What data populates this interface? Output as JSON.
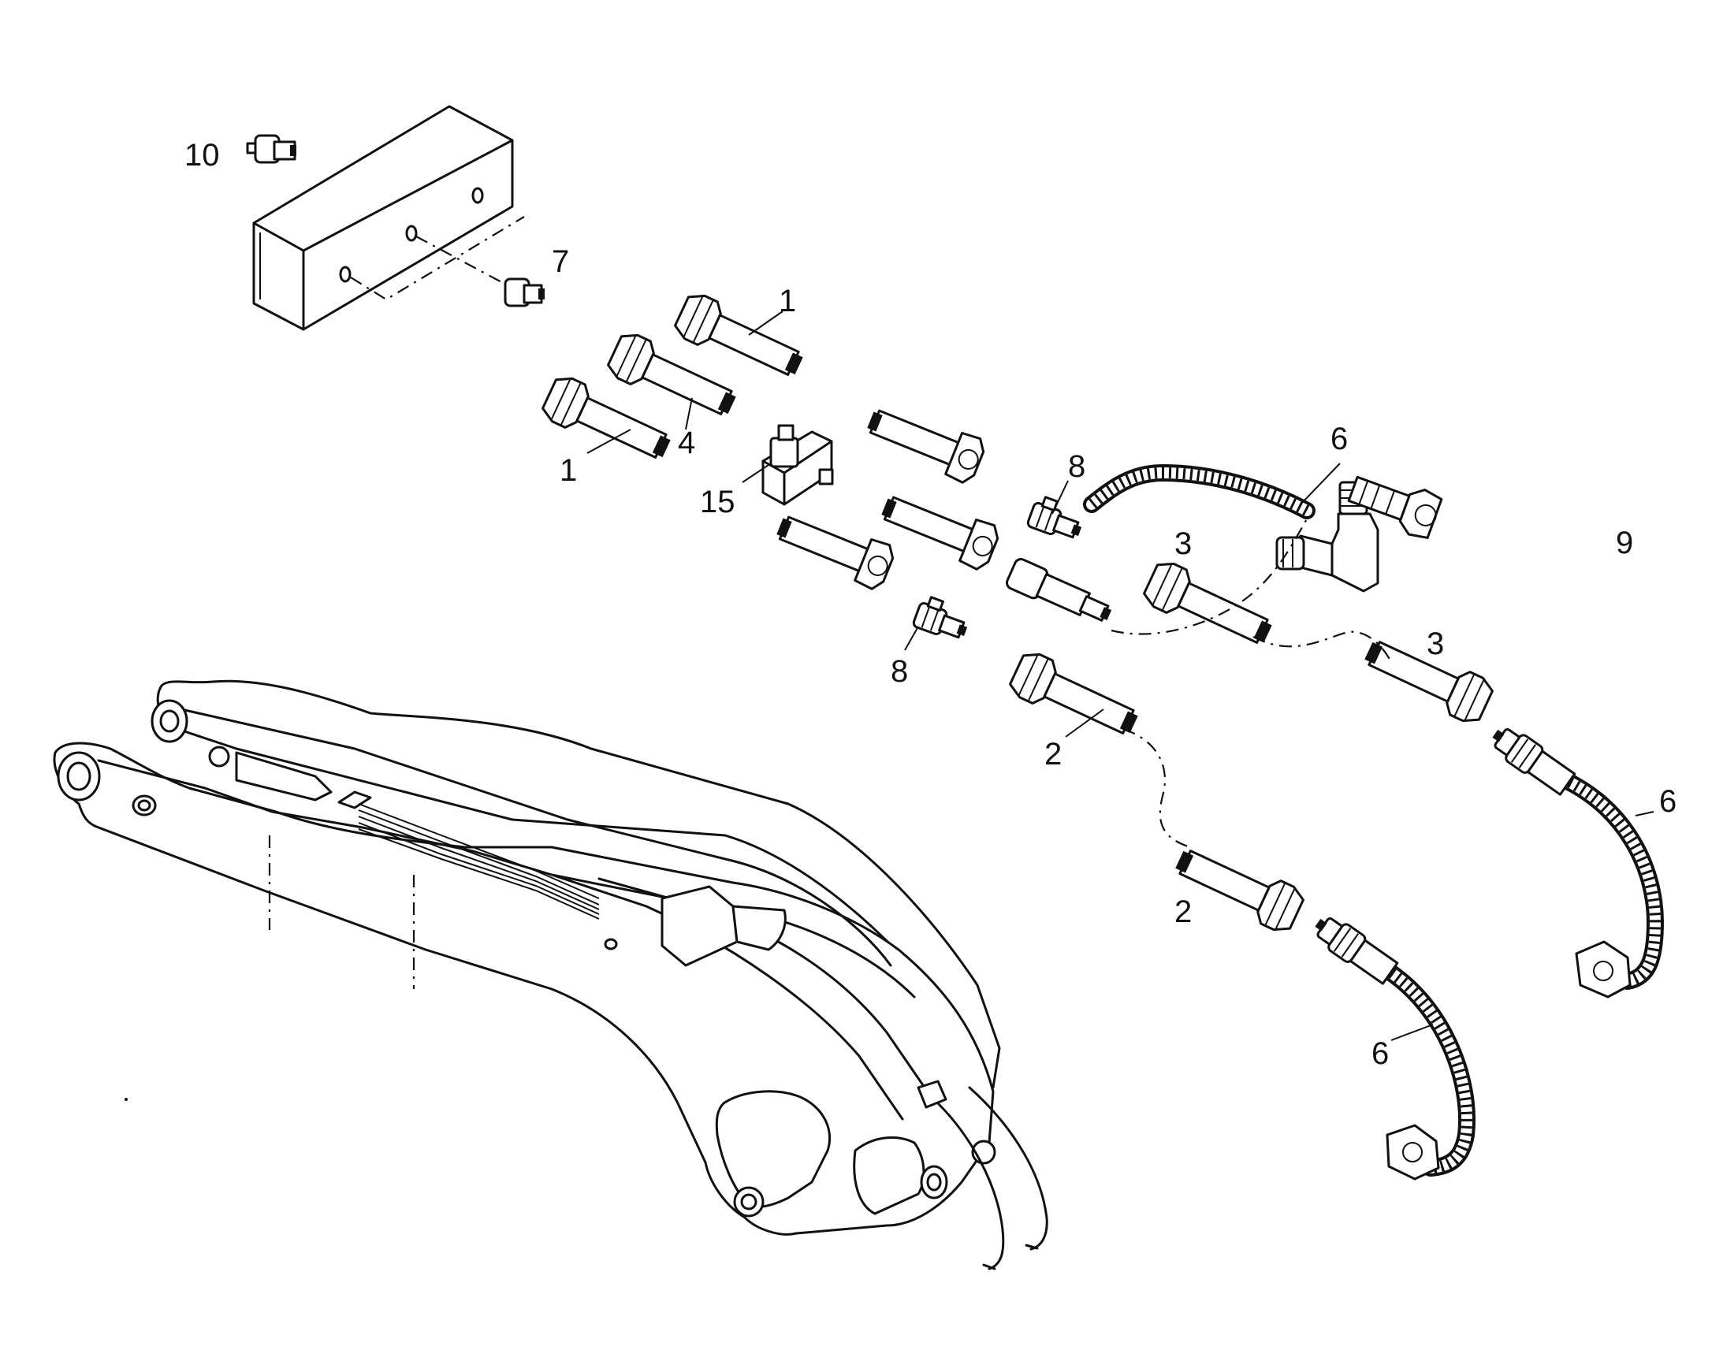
{
  "diagram": {
    "callouts": {
      "c10": "10",
      "c7": "7",
      "c1a": "1",
      "c4": "4",
      "c1b": "1",
      "c15": "15",
      "c8a": "8",
      "c6a": "6",
      "c9": "9",
      "c3a": "3",
      "c8b": "8",
      "c3b": "3",
      "c2a": "2",
      "c6b": "6",
      "c2b": "2",
      "c6c": "6"
    }
  }
}
